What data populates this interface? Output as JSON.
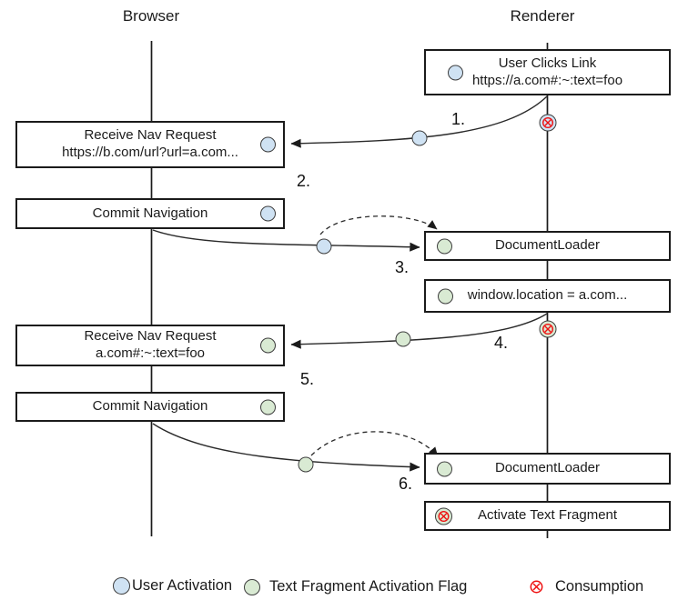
{
  "lanes": {
    "browser": "Browser",
    "renderer": "Renderer"
  },
  "boxes": {
    "user_clicks_link": {
      "line1": "User Clicks Link",
      "line2": "https://a.com#:~:text=foo"
    },
    "receive_nav_request_1": {
      "line1": "Receive Nav Request",
      "line2": "https://b.com/url?url=a.com..."
    },
    "commit_navigation_1": {
      "line1": "Commit Navigation"
    },
    "document_loader_1": {
      "line1": "DocumentLoader"
    },
    "window_location": {
      "line1": "window.location = a.com..."
    },
    "receive_nav_request_2": {
      "line1": "Receive Nav Request",
      "line2": "a.com#:~:text=foo"
    },
    "commit_navigation_2": {
      "line1": "Commit Navigation"
    },
    "document_loader_2": {
      "line1": "DocumentLoader"
    },
    "activate_text_fragment": {
      "line1": "Activate Text Fragment"
    }
  },
  "steps": {
    "s1": "1.",
    "s2": "2.",
    "s3": "3.",
    "s4": "4.",
    "s5": "5.",
    "s6": "6."
  },
  "legend": {
    "user_activation": "User Activation",
    "fragment_flag": "Text Fragment Activation Flag",
    "consumption": "Consumption"
  },
  "colors": {
    "user_activation": "#cfe2f3",
    "fragment_flag": "#d9ead3",
    "consumption_red": "#ee1111",
    "line": "#2a2a2a"
  }
}
